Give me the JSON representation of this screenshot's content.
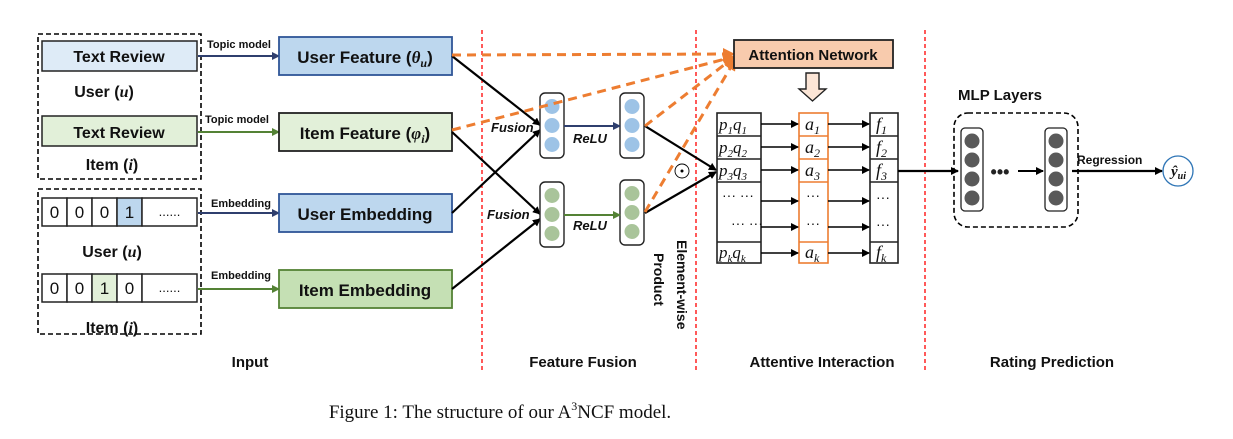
{
  "figure": {
    "caption_prefix": "Figure 1: The structure of our A",
    "caption_sup": "3",
    "caption_suffix": "NCF model."
  },
  "sections": {
    "input": "Input",
    "feature_fusion": "Feature Fusion",
    "attentive_interaction": "Attentive Interaction",
    "rating_prediction": "Rating Prediction"
  },
  "input": {
    "user_review": "Text Review",
    "user_label": "User (",
    "user_sym": "u",
    "item_review": "Text Review",
    "item_label": "Item (",
    "item_sym": "i",
    "close_paren": ")",
    "user_onehot": [
      "0",
      "0",
      "0",
      "1",
      "......"
    ],
    "item_onehot": [
      "0",
      "0",
      "1",
      "0",
      "......"
    ],
    "user_onehot_active_index": 3,
    "item_onehot_active_index": 2
  },
  "edges": {
    "topic_model": "Topic model",
    "embedding": "Embedding",
    "fusion": "Fusion",
    "relu": "ReLU",
    "element_wise_1": "Element-wise",
    "element_wise_2": "Product",
    "odot": "⊙",
    "regression": "Regression"
  },
  "features": {
    "user_feature": "User Feature (",
    "user_feature_sym": "θ",
    "user_feature_sub": "u",
    "item_feature": "Item Feature (",
    "item_feature_sym": "φ",
    "item_feature_sub": "i",
    "user_embedding": "User Embedding",
    "item_embedding": "Item Embedding"
  },
  "attention": {
    "network": "Attention Network",
    "pq": [
      {
        "p": "p",
        "ps": "1",
        "q": "q",
        "qs": "1"
      },
      {
        "p": "p",
        "ps": "2",
        "q": "q",
        "qs": "2"
      },
      {
        "p": "p",
        "ps": "3",
        "q": "q",
        "qs": "3"
      },
      {
        "p": "p",
        "ps": "k",
        "q": "q",
        "qs": "k"
      }
    ],
    "a": [
      {
        "v": "a",
        "s": "1"
      },
      {
        "v": "a",
        "s": "2"
      },
      {
        "v": "a",
        "s": "3"
      },
      {
        "v": "a",
        "s": "k"
      }
    ],
    "f": [
      {
        "v": "f",
        "s": "1"
      },
      {
        "v": "f",
        "s": "2"
      },
      {
        "v": "f",
        "s": "3"
      },
      {
        "v": "f",
        "s": "k"
      }
    ],
    "ellipsis_row1": "··· ···",
    "ellipsis_row2": "··· ···",
    "ellipsis": "···"
  },
  "mlp": {
    "title": "MLP Layers",
    "dots": "•••",
    "output": "ŷ",
    "output_sub": "ui"
  },
  "colors": {
    "user_fill": "#bdd7ee",
    "user_light": "#deebf7",
    "user_stroke": "#2f5597",
    "item_fill": "#c5e0b4",
    "item_light": "#e2f0d9",
    "item_stroke": "#548235",
    "attention_fill": "#f8cbad",
    "orange": "#ed7d31",
    "divider": "#ff0000",
    "dark_node": "#595959",
    "user_node": "#9dc3e6",
    "item_node": "#a9c49a"
  }
}
